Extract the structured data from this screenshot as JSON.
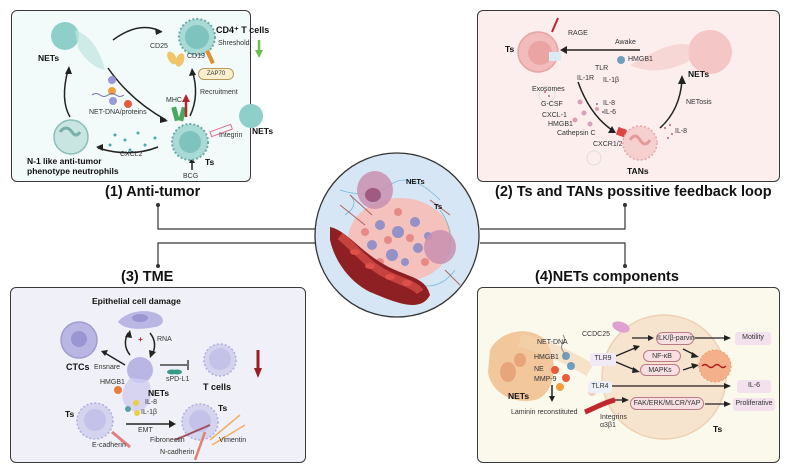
{
  "panels": {
    "anti_tumor": {
      "title": "(1) Anti-tumor",
      "labels": {
        "nets_top": "NETs",
        "cd4": "CD4⁺ T cells",
        "shreshold": "Shreshold",
        "cd25": "CD25",
        "cd19": "CD19",
        "zap70": "ZAP70",
        "recruitment": "Recruitment",
        "mhc": "MHC",
        "net_dna": "NET-DNA/proteins",
        "nets_right": "NETs",
        "integrin": "Integrin",
        "cxcl2": "CXCL2",
        "ts": "Ts",
        "bcg": "BCG",
        "n1_line1": "N-1 like anti-tumor",
        "n1_line2": "phenotype neutrophils"
      }
    },
    "feedback_loop": {
      "title": "(2) Ts and TANs possitive feedback loop",
      "labels": {
        "rage": "RAGE",
        "awake": "Awake",
        "ts": "Ts",
        "hmgb1_top": "HMGB1",
        "tlr": "TLR",
        "il1r": "IL-1R",
        "il1b": "IL-1β",
        "nets": "NETs",
        "exosomes": "Exosomes",
        "gcsf": "G-CSF",
        "cxcl1": "CXCL-1",
        "hmgb1": "HMGB1",
        "cathepsin": "Cathepsin C",
        "il8": "IL-8",
        "il6": "IL-6",
        "netosis": "NETosis",
        "il8_right": "IL-8",
        "cxcr": "CXCR1/2",
        "tans": "TANs"
      }
    },
    "tme": {
      "title": "(3) TME",
      "labels": {
        "epithelial": "Epithelial cell damage",
        "rna": "RNA",
        "plus": "+",
        "ctcs": "CTCs",
        "ensnare": "Ensnare",
        "spdl1": "sPD-L1",
        "tcells": "T cells",
        "hmgb1": "HMGB1",
        "nets": "NETs",
        "il8": "IL-8",
        "il1b": "IL-1β",
        "ts_left": "Ts",
        "ts_right": "Ts",
        "emt": "EMT",
        "ecadherin": "E-cadherin",
        "fibronectin": "Fibronectin",
        "vimentin": "Vimentin",
        "ncadherin": "N-cadherin"
      }
    },
    "nets_components": {
      "title": "(4)NETs components",
      "labels": {
        "net_dna": "NET-DNA",
        "hmgb1": "HMGB1",
        "ne": "NE",
        "mmp9": "MMP-9",
        "nets": "NETs",
        "laminin": "Laminin reconstituted",
        "ccdc25": "CCDC25",
        "tlr9": "TLR9",
        "tlr4": "TLR4",
        "integrins_l1": "Integrins",
        "integrins_l2": "α3β1",
        "ilk": "ILK/β-parvin",
        "nfkb": "NF-κB",
        "mapks": "MAPKs",
        "fak": "FAK/ERK/MLCR/YAP",
        "motility": "Motility",
        "il6": "IL-6",
        "proliferative": "Proliferative",
        "ts": "Ts"
      }
    }
  },
  "center": {
    "nets": "NETs",
    "ts": "Ts"
  },
  "colors": {
    "p1_bg": "#f2fbfa",
    "p2_bg": "#fdeeee",
    "p3_bg": "#f0f0f8",
    "p4_bg": "#fbf8ec",
    "center_bg": "#d7e6f4",
    "cell_teal": "#8fcfca",
    "cell_pink": "#f2bcbc",
    "cell_lavender": "#b9b6e3",
    "cell_orange": "#f3c79c",
    "up_arrow": "#b3262c",
    "down_arrow_green": "#6cbf4b"
  }
}
